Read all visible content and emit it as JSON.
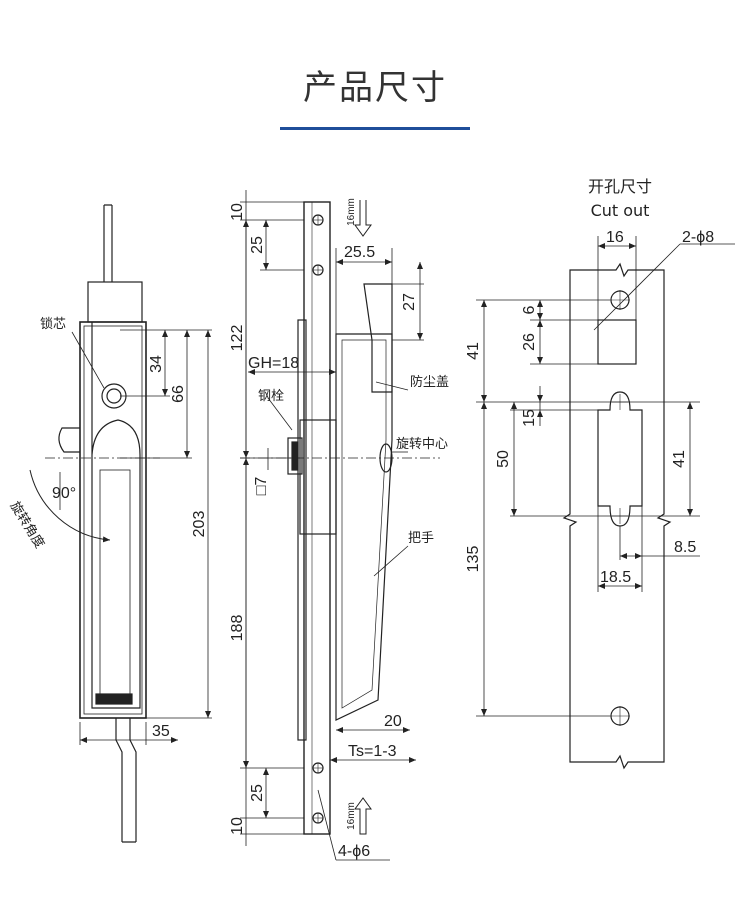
{
  "title": "产品尺寸",
  "colors": {
    "accent": "#1f4e9a",
    "line": "#222222"
  },
  "front_view": {
    "labels": {
      "lock_core": "锁芯",
      "rotation_angle": "旋转角度"
    },
    "dims": {
      "d34": "34",
      "d66": "66",
      "d203": "203",
      "d35": "35",
      "angle": "90°"
    }
  },
  "side_view": {
    "labels": {
      "steel_bolt": "钢栓",
      "dust_cover": "防尘盖",
      "rotation_center": "旋转中心",
      "handle": "把手"
    },
    "dims": {
      "d10_top": "10",
      "d25_top": "25",
      "d122": "122",
      "gh": "GH=18",
      "d7": "□7",
      "d188": "188",
      "d25_bot": "25",
      "d10_bot": "10",
      "d25_5": "25.5",
      "d27": "27",
      "d20": "20",
      "ts": "Ts=1-3",
      "holes": "4-ϕ6",
      "mm16_top": "16mm",
      "mm16_bot": "16mm"
    }
  },
  "cutout_view": {
    "heading_cn": "开孔尺寸",
    "heading_en": "Cut out",
    "dims": {
      "d16": "16",
      "holes": "2-ϕ8",
      "d6": "6",
      "d26": "26",
      "d41_left": "41",
      "d15": "15",
      "d50": "50",
      "d41_right": "41",
      "d135": "135",
      "d8_5": "8.5",
      "d18_5": "18.5"
    }
  }
}
